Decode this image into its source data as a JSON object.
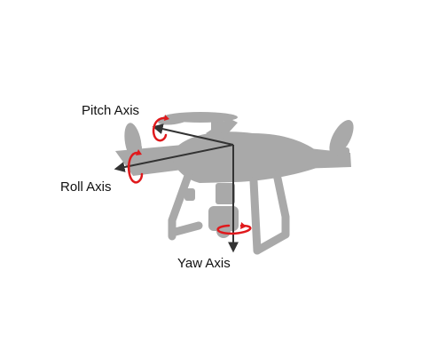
{
  "labels": {
    "pitch": "Pitch Axis",
    "roll": "Roll Axis",
    "yaw": "Yaw Axis"
  },
  "colors": {
    "drone": "#a9a9a9",
    "axis": "#333333",
    "rotation_arrow": "#e0191c",
    "background": "#ffffff"
  }
}
